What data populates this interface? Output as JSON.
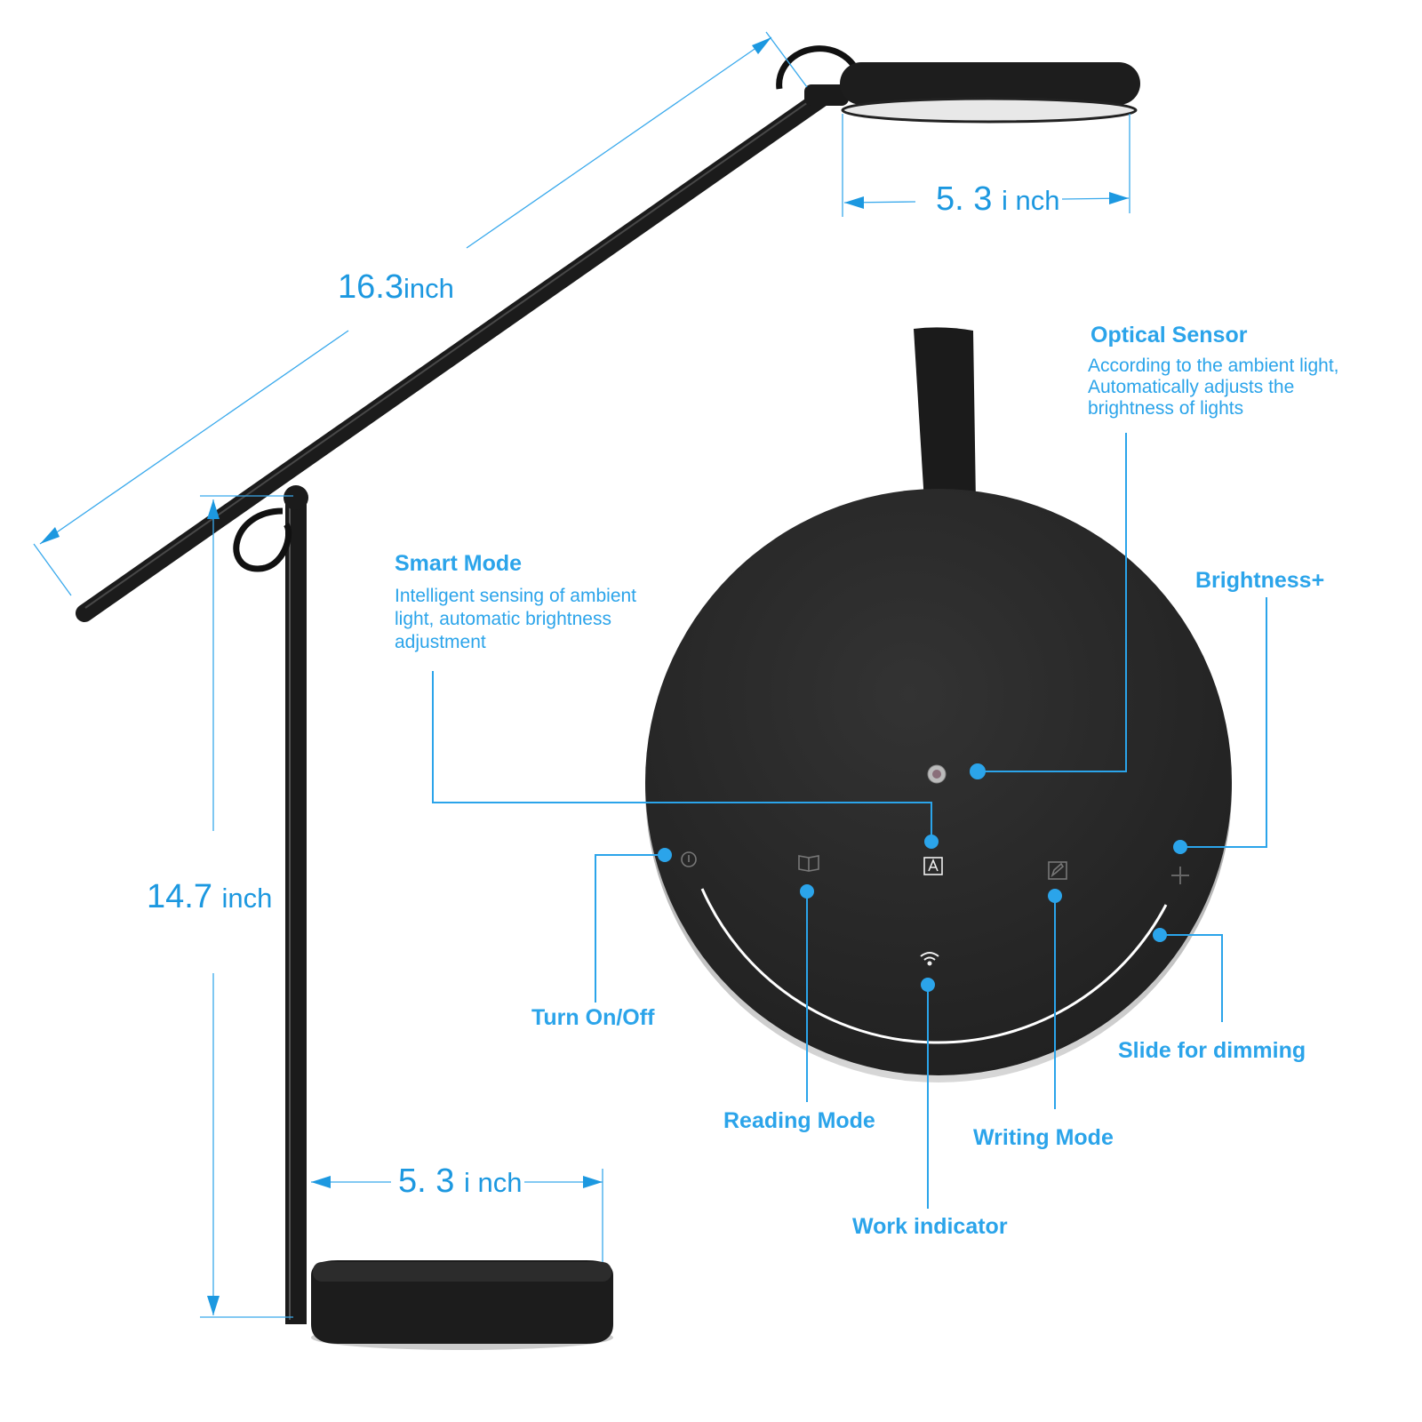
{
  "colors": {
    "accent": "#2ba4ea",
    "lamp": "#1b1b1b",
    "base_panel": "#2a2a2a"
  },
  "dimensions": {
    "arm_length": {
      "value": "16.3",
      "unit": "inch"
    },
    "head_diameter": {
      "value": "5. 3",
      "unit": "i nch"
    },
    "height": {
      "value": "14.7",
      "unit": "inch"
    },
    "base_diameter": {
      "value": "5. 3",
      "unit": "i nch"
    }
  },
  "callouts": {
    "optical_sensor": {
      "title": "Optical Sensor",
      "desc": "According to the ambient light,\nAutomatically adjusts the\nbrightness of lights"
    },
    "smart_mode": {
      "title": "Smart Mode",
      "desc": "Intelligent sensing of ambient\nlight, automatic brightness\nadjustment"
    },
    "brightness_plus": {
      "title": "Brightness+"
    },
    "turn_on_off": {
      "title": "Turn On/Off"
    },
    "reading_mode": {
      "title": "Reading Mode"
    },
    "writing_mode": {
      "title": "Writing Mode"
    },
    "work_indicator": {
      "title": "Work indicator"
    },
    "slide_dimming": {
      "title": "Slide for dimming"
    }
  },
  "panel_icons": [
    "power-icon",
    "book-icon",
    "auto-a-icon",
    "pen-icon",
    "plus-icon",
    "wifi-indicator-icon",
    "light-sensor-icon"
  ]
}
